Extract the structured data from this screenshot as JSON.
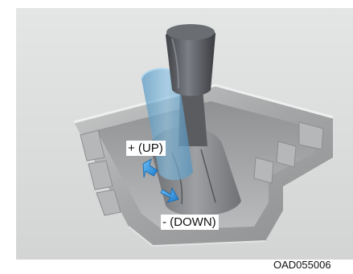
{
  "labels": {
    "up": "+ (UP)",
    "down": "- (DOWN)"
  },
  "figure_code": "OAD055006",
  "icons": {
    "up_arrow": "up-direction-arrow-icon",
    "down_arrow": "down-direction-arrow-icon"
  },
  "colors": {
    "background_panel": "#dadbdb",
    "console_trim": "#a9abab",
    "shift_knob": "#4e5055",
    "ghost_lever": "#5fa5d0",
    "arrow": "#2a8fe0"
  }
}
